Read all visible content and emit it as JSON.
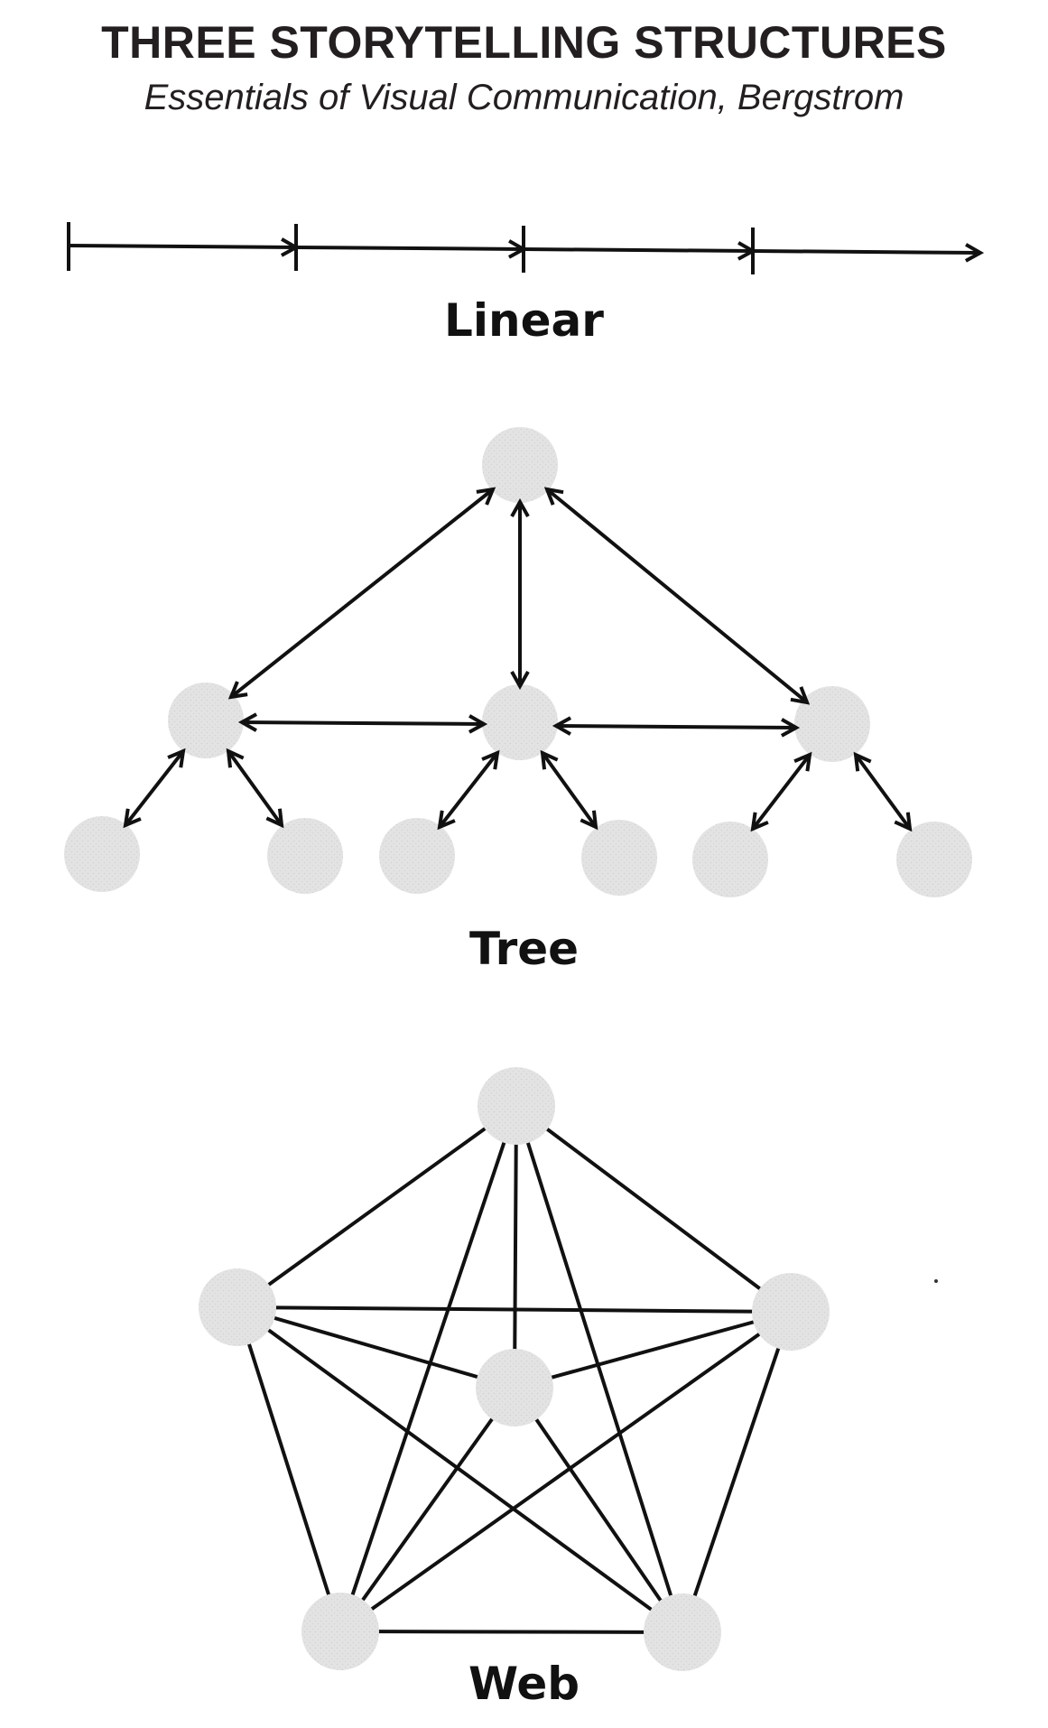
{
  "header": {
    "title": "THREE STORYTELLING STRUCTURES",
    "subtitle": "Essentials of Visual Communication, Bergstrom"
  },
  "sections": {
    "linear": {
      "label": "Linear"
    },
    "tree": {
      "label": "Tree"
    },
    "web": {
      "label": "Web"
    }
  },
  "colors": {
    "ink": "#111111",
    "node_fill": "#e1e1e1",
    "corner_mark": "#1f3f9a"
  }
}
